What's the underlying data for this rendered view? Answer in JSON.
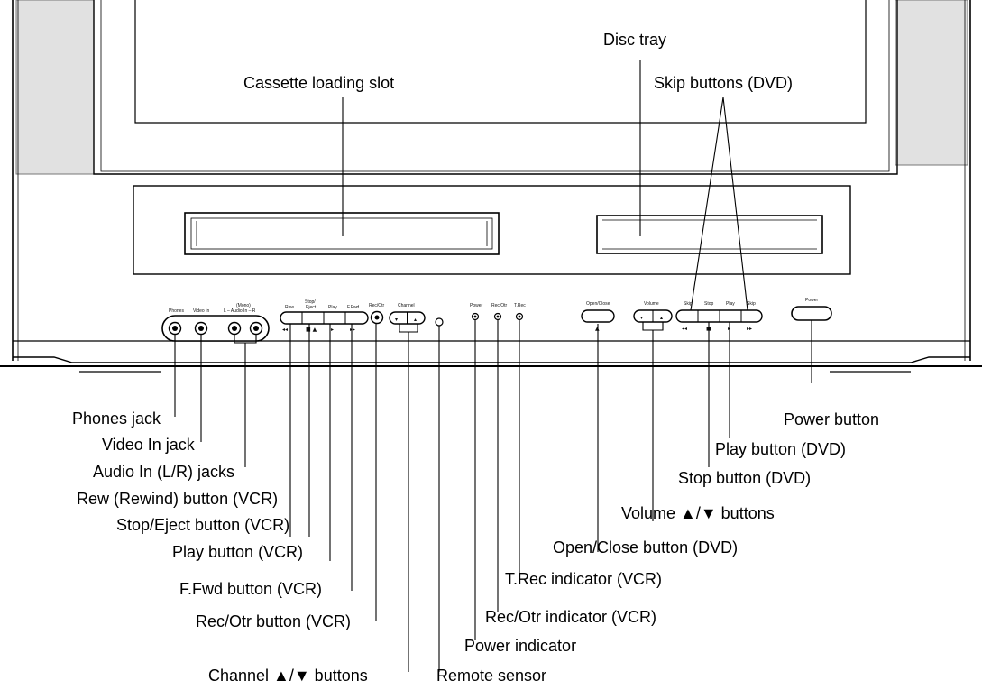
{
  "callouts": {
    "disc_tray": "Disc tray",
    "cassette_slot": "Cassette loading slot",
    "skip_buttons": "Skip buttons (DVD)",
    "phones_jack": "Phones jack",
    "video_in_jack": "Video In jack",
    "audio_in_jacks": "Audio In (L/R) jacks",
    "rew_button": "Rew (Rewind) button (VCR)",
    "stop_eject_button": "Stop/Eject button (VCR)",
    "play_vcr_button": "Play button (VCR)",
    "ffwd_button": "F.Fwd button (VCR)",
    "rec_otr_button": "Rec/Otr button (VCR)",
    "channel_buttons": "Channel ▲/▼ buttons",
    "remote_sensor": "Remote sensor",
    "power_indicator": "Power indicator",
    "rec_otr_indicator": "Rec/Otr indicator (VCR)",
    "trec_indicator": "T.Rec indicator (VCR)",
    "open_close_button": "Open/Close button (DVD)",
    "volume_buttons": "Volume ▲/▼ buttons",
    "stop_dvd_button": "Stop button (DVD)",
    "play_dvd_button": "Play button (DVD)",
    "power_button": "Power button"
  },
  "panel_labels": {
    "phones": "Phones",
    "video_in": "Video In",
    "mono": "(Mono)",
    "audio_in": "L – Audio In – R",
    "rew": "Rew",
    "stop": "Stop/",
    "eject": "Eject",
    "play": "Play",
    "ffwd": "F.Fwd",
    "rec_otr": "Rec/Otr",
    "channel": "Channel",
    "power_ind": "Power",
    "rec_otr_ind": "Rec/Otr",
    "trec": "T.Rec",
    "open_close": "Open/Close",
    "volume": "Volume",
    "skip_l": "Skip",
    "stop_dvd": "Stop",
    "play_dvd": "Play",
    "skip_r": "Skip",
    "power": "Power"
  }
}
